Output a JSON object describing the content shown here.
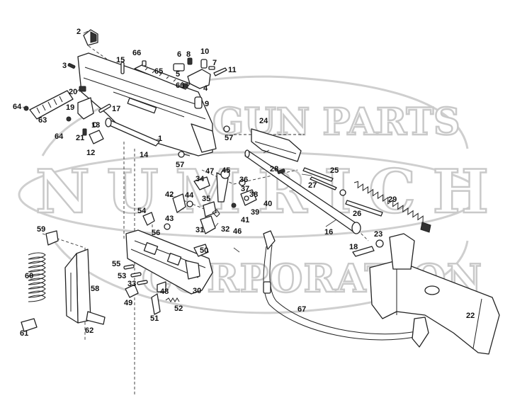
{
  "watermark": {
    "line1": "GUN PARTS",
    "line2": "NUMRICH",
    "line3": "CORPORATION"
  },
  "parts": [
    {
      "id": "p2",
      "label": "2"
    },
    {
      "id": "p3",
      "label": "3"
    },
    {
      "id": "p66a",
      "label": "66"
    },
    {
      "id": "p15",
      "label": "15"
    },
    {
      "id": "p65",
      "label": "65"
    },
    {
      "id": "p6",
      "label": "6"
    },
    {
      "id": "p8",
      "label": "8"
    },
    {
      "id": "p10",
      "label": "10"
    },
    {
      "id": "p7",
      "label": "7"
    },
    {
      "id": "p11",
      "label": "11"
    },
    {
      "id": "p5",
      "label": "5"
    },
    {
      "id": "p4",
      "label": "4"
    },
    {
      "id": "p66b",
      "label": "66"
    },
    {
      "id": "p9",
      "label": "9"
    },
    {
      "id": "p20",
      "label": "20"
    },
    {
      "id": "p64a",
      "label": "64"
    },
    {
      "id": "p19",
      "label": "19"
    },
    {
      "id": "p17",
      "label": "17"
    },
    {
      "id": "p63",
      "label": "63"
    },
    {
      "id": "p13",
      "label": "13"
    },
    {
      "id": "p21",
      "label": "21"
    },
    {
      "id": "p64b",
      "label": "64"
    },
    {
      "id": "p12",
      "label": "12"
    },
    {
      "id": "p1",
      "label": "1"
    },
    {
      "id": "p14",
      "label": "14"
    },
    {
      "id": "p57a",
      "label": "57"
    },
    {
      "id": "p57b",
      "label": "57"
    },
    {
      "id": "p24",
      "label": "24"
    },
    {
      "id": "p28",
      "label": "28"
    },
    {
      "id": "p25",
      "label": "25"
    },
    {
      "id": "p27",
      "label": "27"
    },
    {
      "id": "p29",
      "label": "29"
    },
    {
      "id": "p26",
      "label": "26"
    },
    {
      "id": "p34",
      "label": "34"
    },
    {
      "id": "p47",
      "label": "47"
    },
    {
      "id": "p45",
      "label": "45"
    },
    {
      "id": "p36",
      "label": "36"
    },
    {
      "id": "p37",
      "label": "37"
    },
    {
      "id": "p38",
      "label": "38"
    },
    {
      "id": "p42",
      "label": "42"
    },
    {
      "id": "p44",
      "label": "44"
    },
    {
      "id": "p35",
      "label": "35"
    },
    {
      "id": "p40",
      "label": "40"
    },
    {
      "id": "p39",
      "label": "39"
    },
    {
      "id": "p41",
      "label": "41"
    },
    {
      "id": "p54",
      "label": "54"
    },
    {
      "id": "p43",
      "label": "43"
    },
    {
      "id": "p31",
      "label": "31"
    },
    {
      "id": "p32",
      "label": "32"
    },
    {
      "id": "p46",
      "label": "46"
    },
    {
      "id": "p16",
      "label": "16"
    },
    {
      "id": "p23",
      "label": "23"
    },
    {
      "id": "p56",
      "label": "56"
    },
    {
      "id": "p59",
      "label": "59"
    },
    {
      "id": "p50",
      "label": "50"
    },
    {
      "id": "p18",
      "label": "18"
    },
    {
      "id": "p55",
      "label": "55"
    },
    {
      "id": "p53",
      "label": "53"
    },
    {
      "id": "p33",
      "label": "33"
    },
    {
      "id": "p60",
      "label": "60"
    },
    {
      "id": "p58",
      "label": "58"
    },
    {
      "id": "p48",
      "label": "48"
    },
    {
      "id": "p30",
      "label": "30"
    },
    {
      "id": "p49",
      "label": "49"
    },
    {
      "id": "p52",
      "label": "52"
    },
    {
      "id": "p67",
      "label": "67"
    },
    {
      "id": "p51",
      "label": "51"
    },
    {
      "id": "p62",
      "label": "62"
    },
    {
      "id": "p61",
      "label": "61"
    },
    {
      "id": "p22",
      "label": "22"
    }
  ]
}
